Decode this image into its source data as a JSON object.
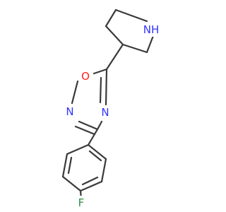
{
  "molecule": {
    "colors": {
      "bond": "#3a3a3a",
      "nitrogen": "#3333ff",
      "oxygen": "#ff2020",
      "fluorine": "#2f8f3f"
    },
    "atoms": {
      "pyrrolidine_nh": "NH",
      "oxadiazole_o": "O",
      "oxadiazole_n2": "N",
      "oxadiazole_n4": "N",
      "fluorine": "F"
    }
  }
}
